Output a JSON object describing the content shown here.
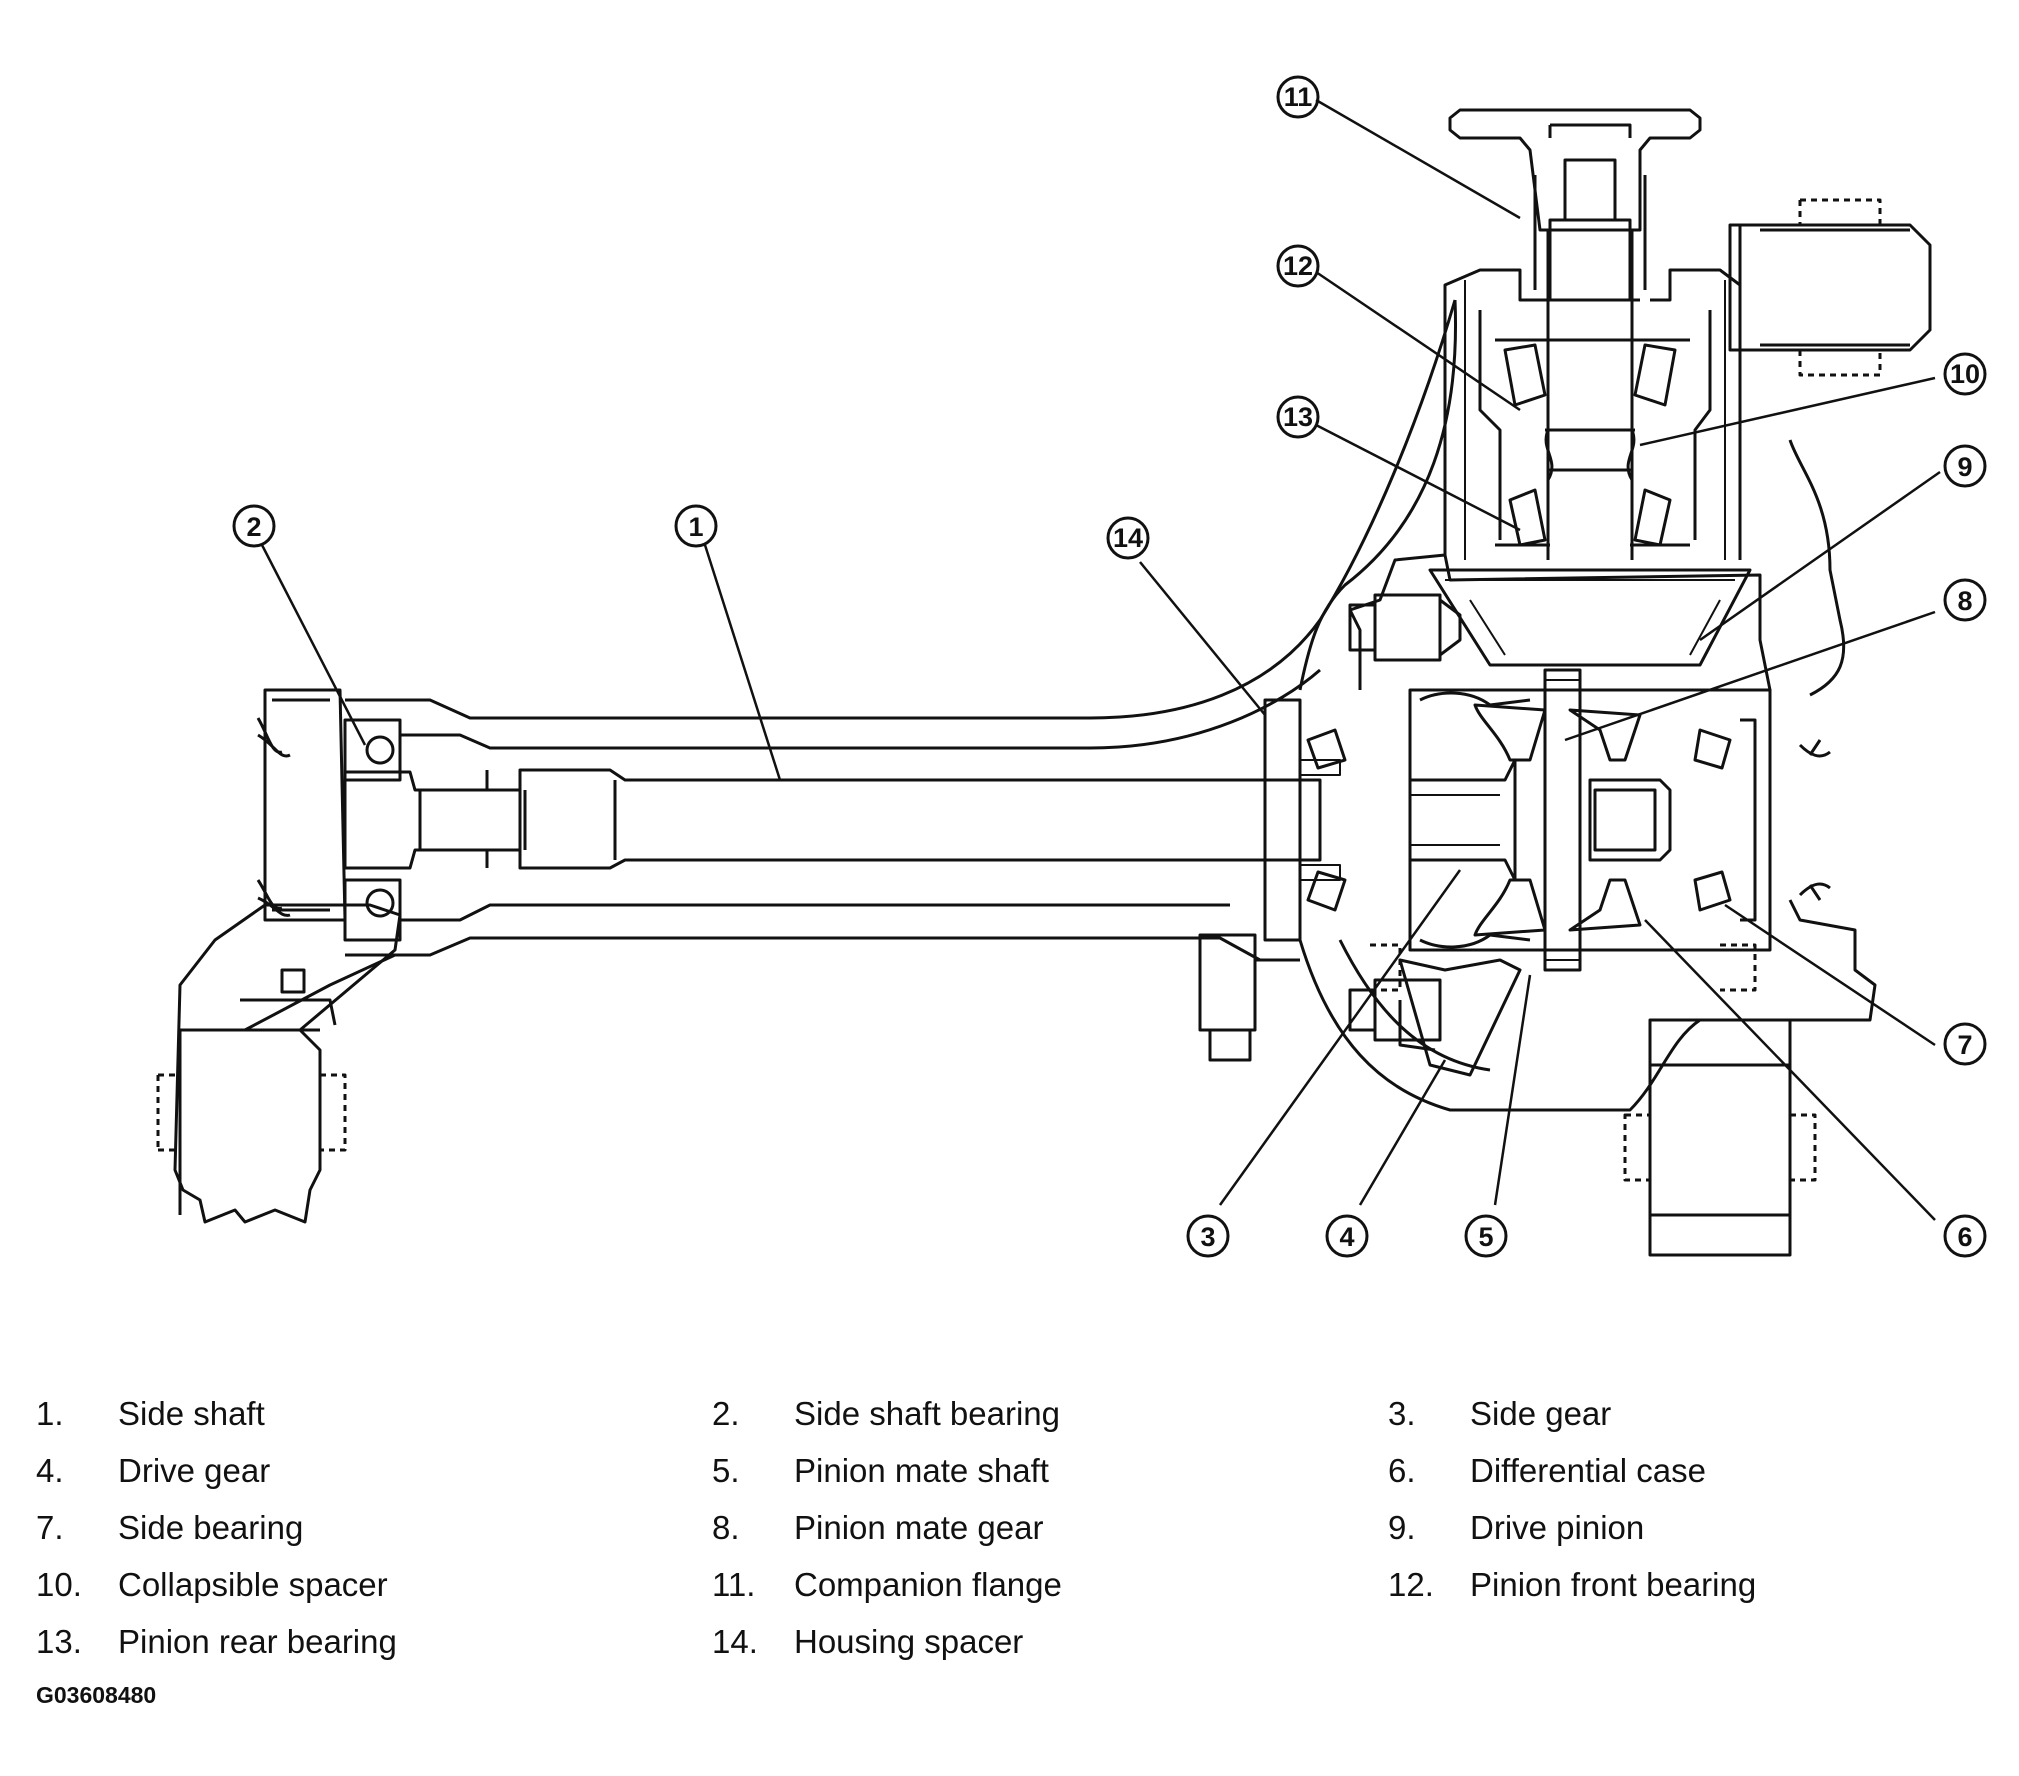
{
  "diagram": {
    "callouts": [
      "1",
      "2",
      "3",
      "4",
      "5",
      "6",
      "7",
      "8",
      "9",
      "10",
      "11",
      "12",
      "13",
      "14"
    ]
  },
  "legend": [
    {
      "num": "1.",
      "label": "Side shaft"
    },
    {
      "num": "2.",
      "label": "Side shaft bearing"
    },
    {
      "num": "3.",
      "label": "Side gear"
    },
    {
      "num": "4.",
      "label": "Drive gear"
    },
    {
      "num": "5.",
      "label": "Pinion mate shaft"
    },
    {
      "num": "6.",
      "label": "Differential case"
    },
    {
      "num": "7.",
      "label": "Side bearing"
    },
    {
      "num": "8.",
      "label": "Pinion mate gear"
    },
    {
      "num": "9.",
      "label": "Drive pinion"
    },
    {
      "num": "10.",
      "label": "Collapsible spacer"
    },
    {
      "num": "11.",
      "label": "Companion flange"
    },
    {
      "num": "12.",
      "label": "Pinion front bearing"
    },
    {
      "num": "13.",
      "label": "Pinion rear bearing"
    },
    {
      "num": "14.",
      "label": "Housing spacer"
    }
  ],
  "figure_code": "G03608480"
}
